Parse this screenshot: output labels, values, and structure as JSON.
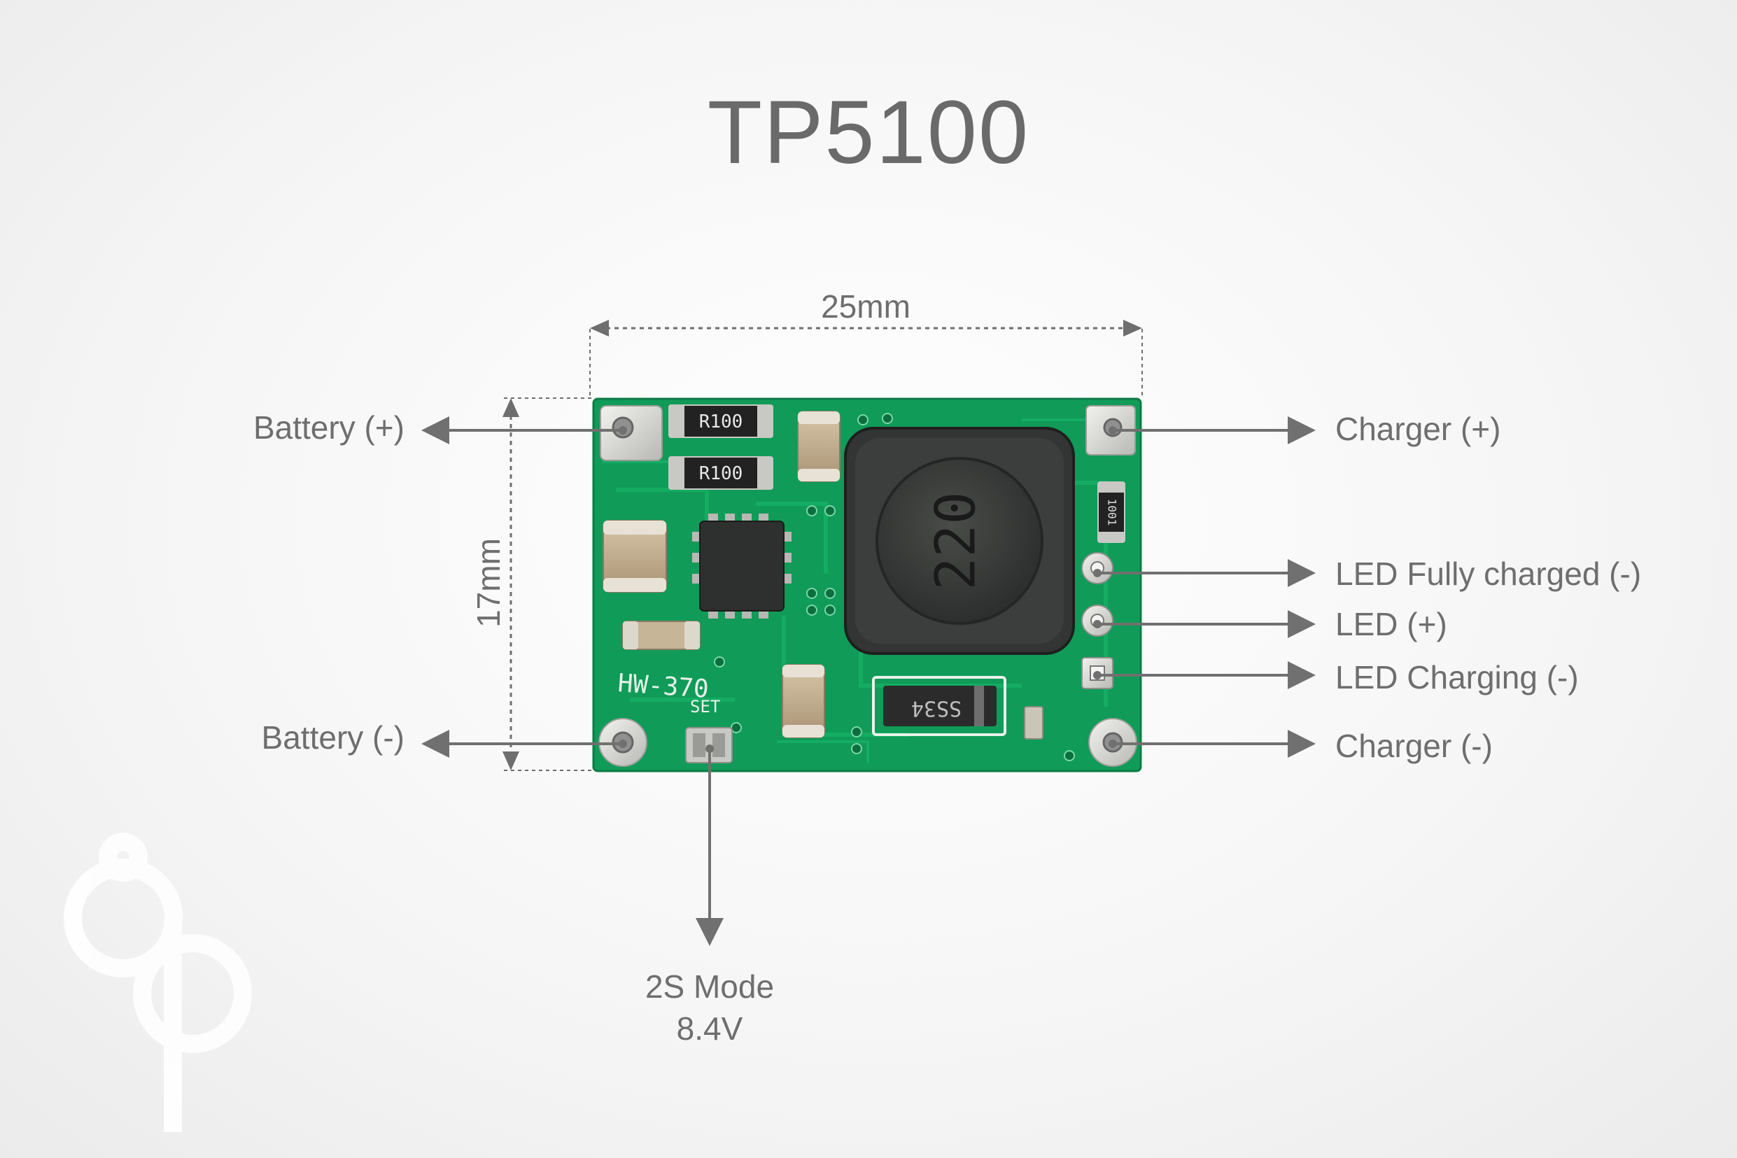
{
  "title": "TP5100",
  "dimensions": {
    "width": "25mm",
    "height": "17mm"
  },
  "pins_left": {
    "battery_plus": "Battery (+)",
    "battery_minus": "Battery (-)"
  },
  "pins_right": {
    "charger_plus": "Charger (+)",
    "led_fully_charged": "LED Fully charged (-)",
    "led_plus": "LED (+)",
    "led_charging": "LED Charging (-)",
    "charger_minus": "Charger (-)"
  },
  "mode": {
    "line1": "2S Mode",
    "line2": "8.4V"
  },
  "board": {
    "r1": "R100",
    "r2": "R100",
    "inductor": "220",
    "silk": "HW-370",
    "set": "SET",
    "diode": "SS34",
    "small_resistor": "1001"
  },
  "colors": {
    "pcb": "#0f9a57",
    "arrow": "#6e6e6e"
  }
}
